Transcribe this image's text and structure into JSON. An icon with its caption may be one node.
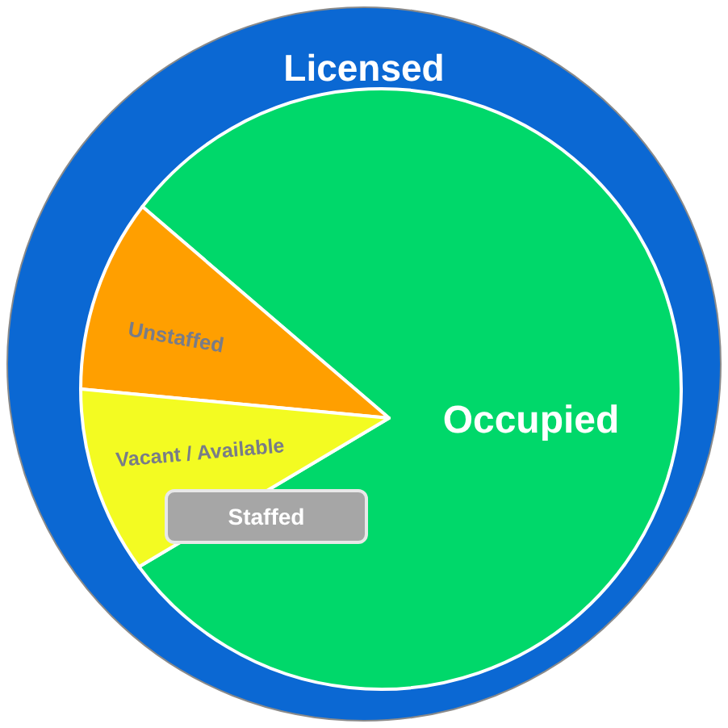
{
  "diagram": {
    "nodes": [
      {
        "text": [
          "Licensed"
        ]
      },
      {
        "text": [
          "Occupied"
        ],
        "in": 0
      },
      {
        "text": [
          "Unstaffed"
        ],
        "in": 0
      },
      {
        "text": [
          "Vacant / Available"
        ],
        "in": 0
      },
      {
        "text": [
          "Staffed"
        ],
        "in": 1
      }
    ]
  }
}
